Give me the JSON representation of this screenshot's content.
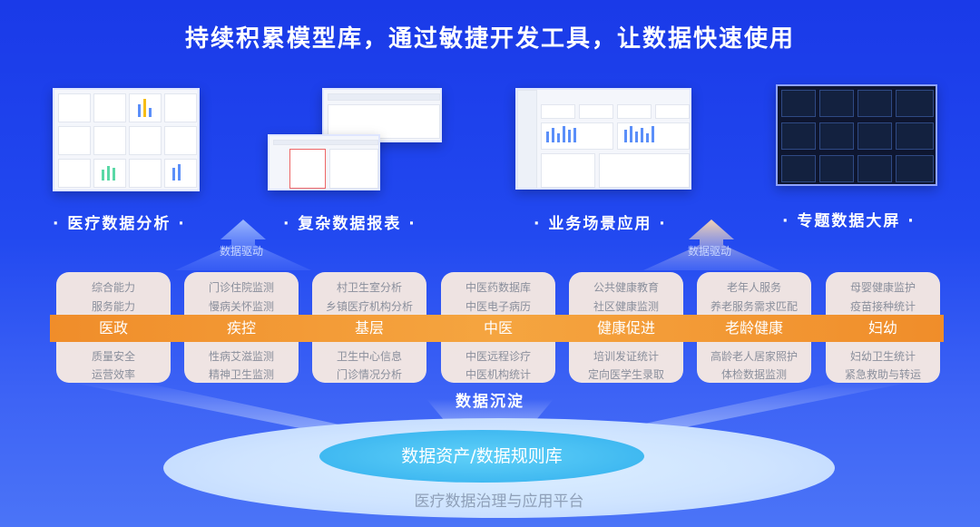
{
  "headline": "持续积累模型库，通过敏捷开发工具，让数据快速使用",
  "sections": [
    {
      "label": "· 医疗数据分析 ·"
    },
    {
      "label": "· 复杂数据报表 ·"
    },
    {
      "label": "· 业务场景应用 ·"
    },
    {
      "label": "· 专题数据大屏 ·"
    }
  ],
  "drive_labels": [
    "数据驱动",
    "数据驱动"
  ],
  "categories": [
    {
      "name": "医政",
      "top": [
        "综合能力",
        "服务能力"
      ],
      "bottom": [
        "质量安全",
        "运营效率"
      ]
    },
    {
      "name": "疾控",
      "top": [
        "门诊住院监测",
        "慢病关怀监测"
      ],
      "bottom": [
        "性病艾滋监测",
        "精神卫生监测"
      ]
    },
    {
      "name": "基层",
      "top": [
        "村卫生室分析",
        "乡镇医疗机构分析"
      ],
      "bottom": [
        "卫生中心信息",
        "门诊情况分析"
      ]
    },
    {
      "name": "中医",
      "top": [
        "中医药数据库",
        "中医电子病历"
      ],
      "bottom": [
        "中医远程诊疗",
        "中医机构统计"
      ]
    },
    {
      "name": "健康促进",
      "top": [
        "公共健康教育",
        "社区健康监测"
      ],
      "bottom": [
        "培训发证统计",
        "定向医学生录取"
      ]
    },
    {
      "name": "老龄健康",
      "top": [
        "老年人服务",
        "养老服务需求匹配"
      ],
      "bottom": [
        "高龄老人居家照护",
        "体检数据监测"
      ]
    },
    {
      "name": "妇幼",
      "top": [
        "母婴健康监护",
        "疫苗接种统计"
      ],
      "bottom": [
        "妇幼卫生统计",
        "紧急救助与转运"
      ]
    }
  ],
  "sediment_label": "数据沉淀",
  "core_label": "数据资产/数据规则库",
  "platform_label": "医疗数据治理与应用平台",
  "colors": {
    "accent_band": "#f5a540",
    "background": "#2249f0",
    "core": "#40b9f1"
  }
}
